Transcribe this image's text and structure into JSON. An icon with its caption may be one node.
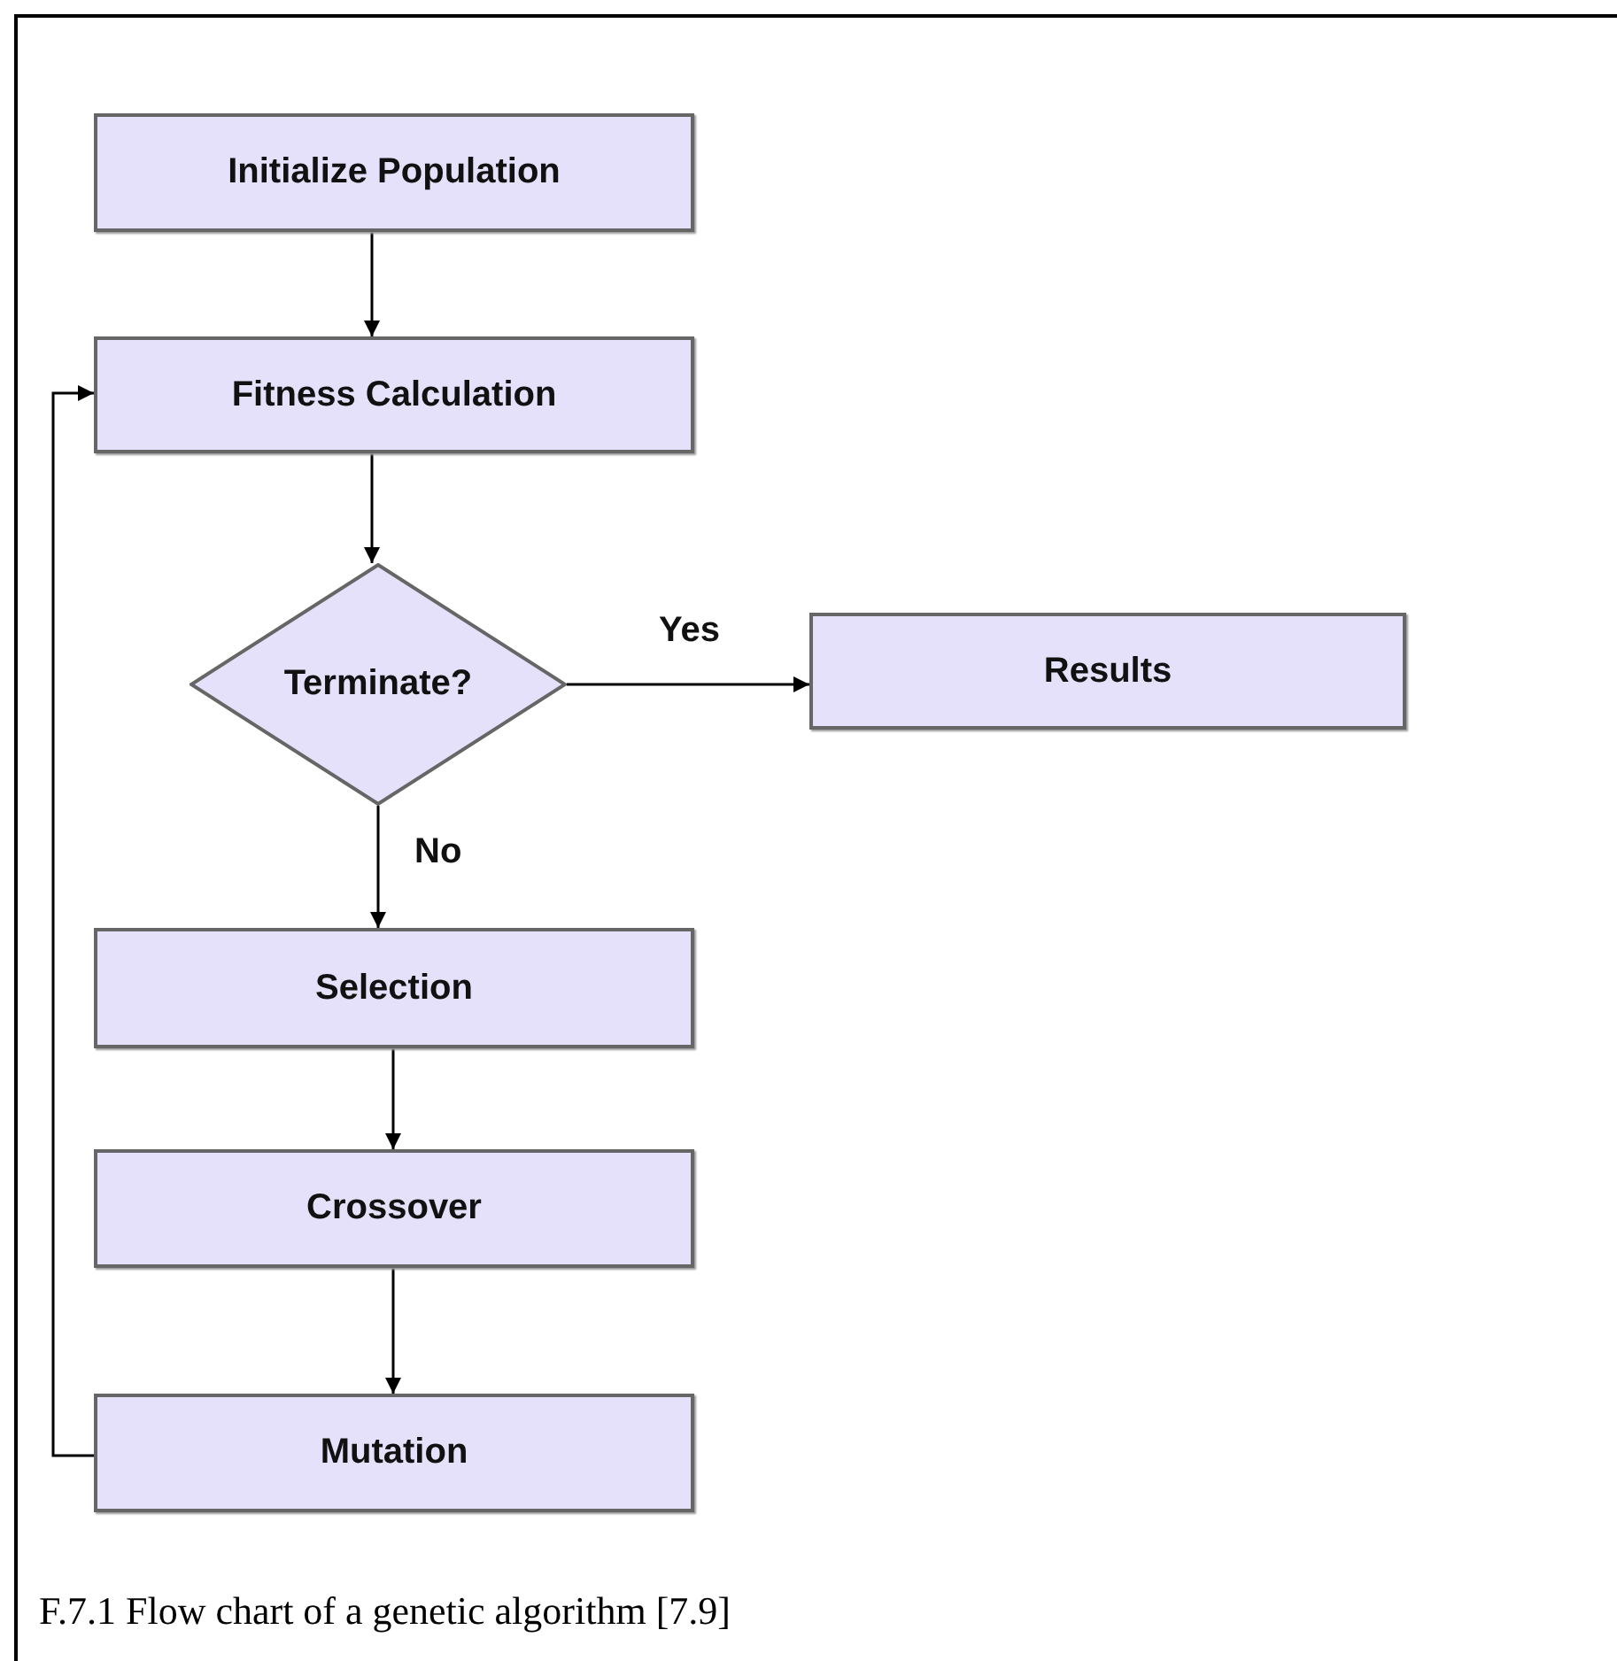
{
  "diagram": {
    "caption": "F.7.1 Flow chart of a genetic algorithm [7.9]",
    "nodes": [
      {
        "text": [
          "Initialize Population"
        ]
      },
      {
        "text": [
          "Fitness Calculation"
        ]
      },
      {
        "text": [
          "Terminate?"
        ]
      },
      {
        "text": [
          "Results"
        ]
      },
      {
        "text": [
          "Selection"
        ]
      },
      {
        "text": [
          "Crossover"
        ]
      },
      {
        "text": [
          "Mutation"
        ]
      }
    ],
    "edges": [
      {
        "from": 0,
        "to": 1,
        "arrow": "to"
      },
      {
        "from": 1,
        "to": 2,
        "arrow": "to"
      },
      {
        "from": 2,
        "to": 3,
        "arrow": "to",
        "label": "Yes"
      },
      {
        "from": 2,
        "to": 4,
        "arrow": "to",
        "label": "No"
      },
      {
        "from": 4,
        "to": 5,
        "arrow": "to"
      },
      {
        "from": 5,
        "to": 6,
        "arrow": "to"
      },
      {
        "from": 6,
        "to": 1,
        "arrow": "to"
      }
    ]
  }
}
